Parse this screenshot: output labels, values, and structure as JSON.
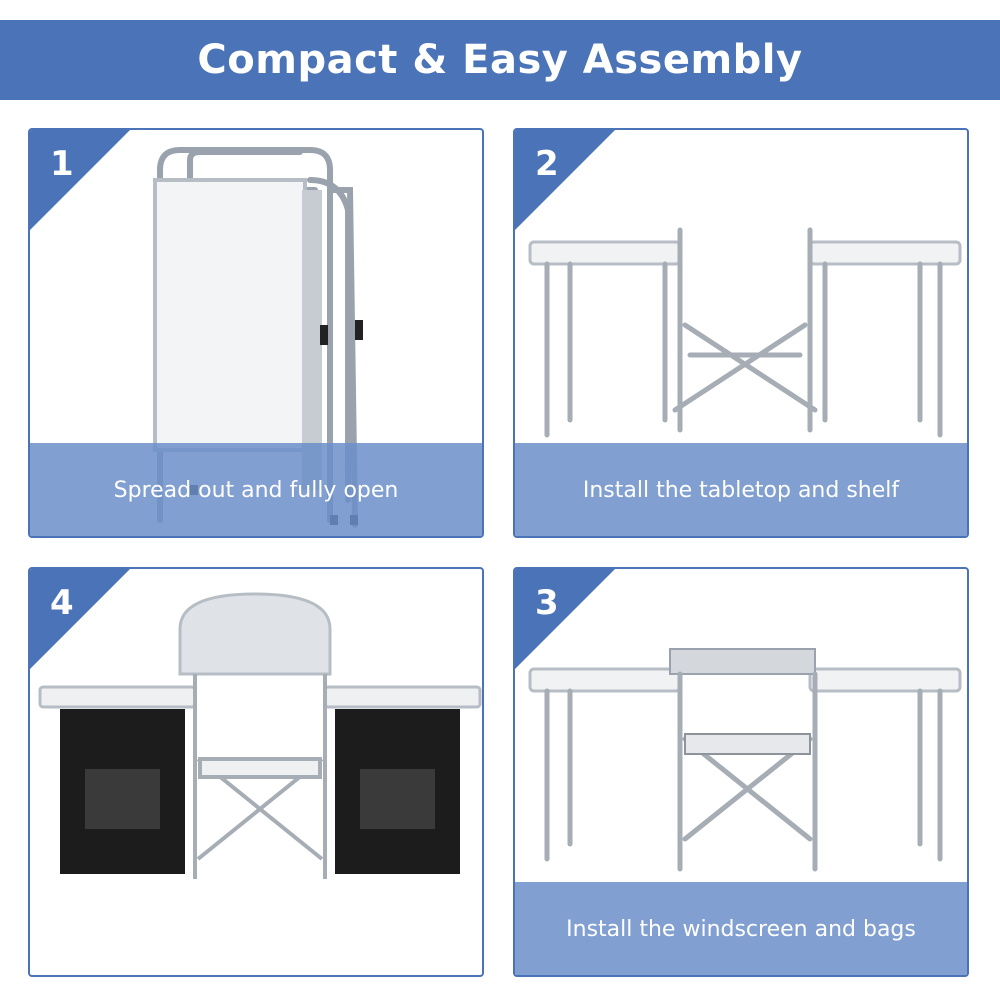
{
  "title": "Compact & Easy Assembly",
  "colors": {
    "accent": "#4a73b8",
    "caption_bg": "#6b8ec9"
  },
  "steps": [
    {
      "number": "1",
      "caption": "Spread out and fully open"
    },
    {
      "number": "2",
      "caption": "Install the tabletop and shelf"
    },
    {
      "number": "4",
      "caption": ""
    },
    {
      "number": "3",
      "caption": "Install the windscreen and bags"
    }
  ]
}
